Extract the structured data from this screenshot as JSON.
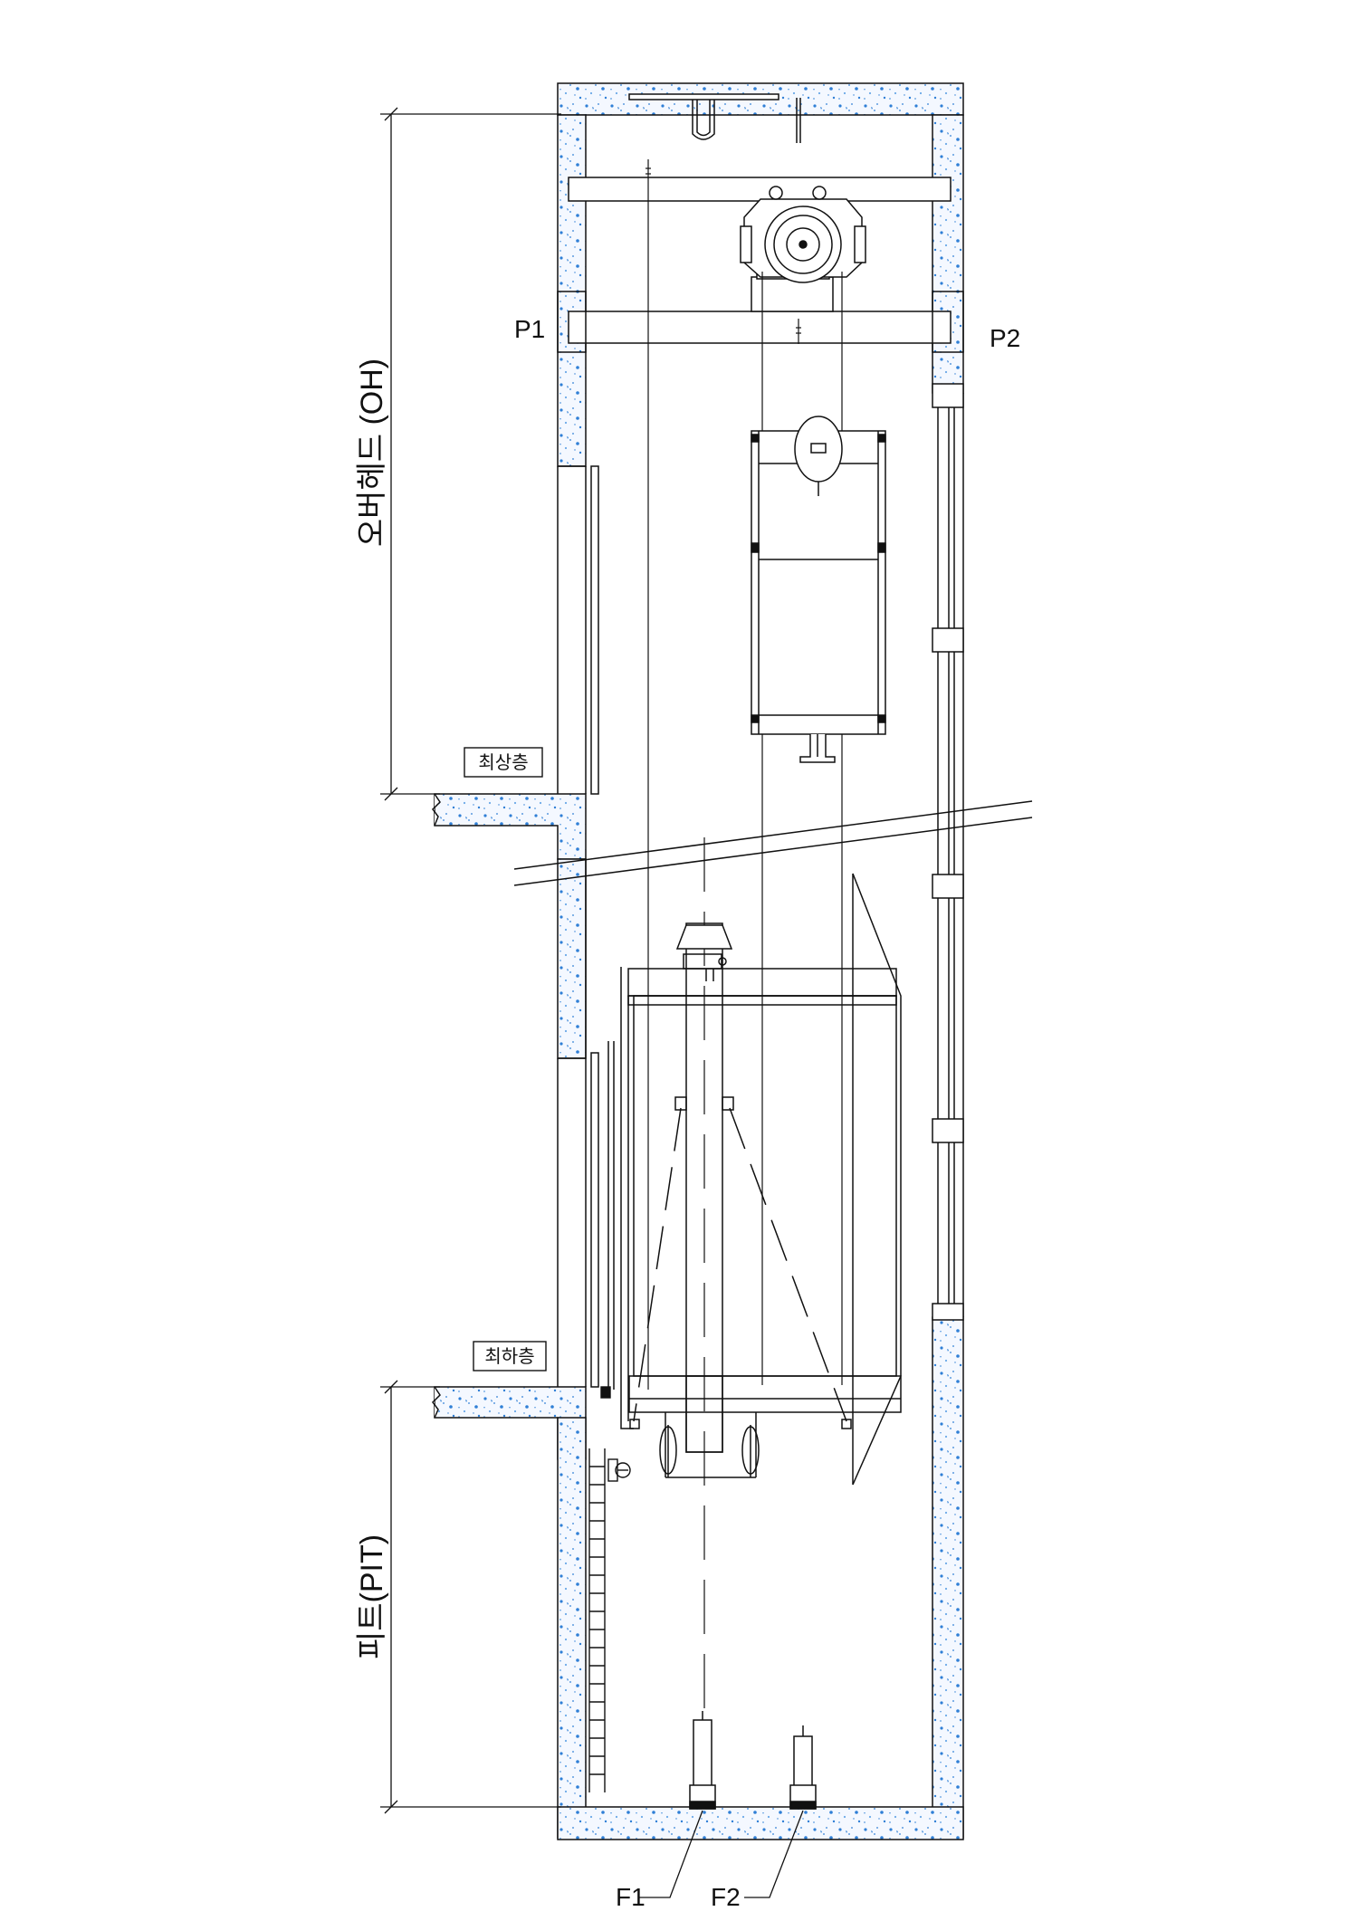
{
  "labels": {
    "overhead": "오버헤드 (OH)",
    "pit": "피트(PIT)",
    "top_floor": "최상층",
    "bottom_floor": "최하층",
    "p1": "P1",
    "p2": "P2",
    "f1": "F1",
    "f2": "F2"
  },
  "colors": {
    "line": "#111111",
    "concrete_speckle": "#2f7fd6",
    "concrete_fill": "#f4f8ff"
  }
}
